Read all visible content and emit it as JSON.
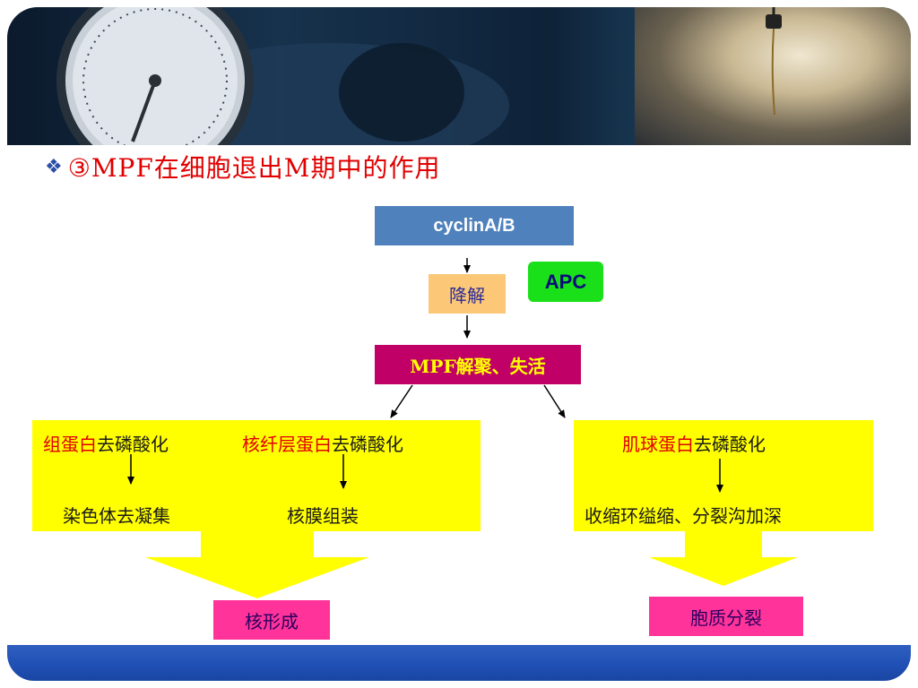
{
  "title": {
    "bullet": "❖",
    "text": "③MPF在细胞退出M期中的作用"
  },
  "nodes": {
    "cyclin": "cyclinA/B",
    "apc": "APC",
    "degrade": "降解",
    "mpf": "MPF解聚、失活",
    "histone_red": "组蛋白",
    "histone_black": "去磷酸化",
    "lamin_red": "核纤层蛋白",
    "lamin_black": "去磷酸化",
    "myosin_red": "肌球蛋白",
    "myosin_black": "去磷酸化",
    "chromatin": "染色体去凝集",
    "envelope": "核膜组装",
    "contractile": "收缩环缢缩、分裂沟加深",
    "nucleus": "核形成",
    "cytokinesis": "胞质分裂"
  },
  "colors": {
    "title": "#e00000",
    "cyclin_box": "#4f81bd",
    "apc_box": "#19e019",
    "degrade_box": "#fcc877",
    "mpf_box": "#c00066",
    "yellow_box": "#ffff00",
    "pink_box": "#ff3399",
    "footer": "#1f4fb3"
  }
}
